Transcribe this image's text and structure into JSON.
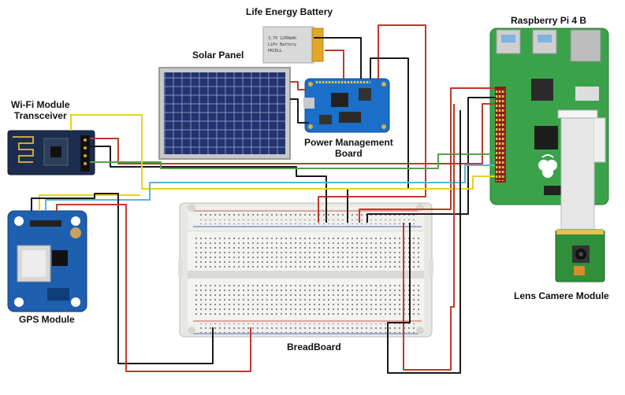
{
  "labels": {
    "battery": "Life Energy Battery",
    "solar": "Solar Panel",
    "pi": "Raspberry Pi 4 B",
    "wifi": "Wi-Fi Module\nTransceiver",
    "power": "Power Management\nBoard",
    "gps": "GPS Module",
    "camera": "Lens Camere Module",
    "breadboard": "BreadBoard"
  },
  "battery_print": [
    "3.7V 1200mAh",
    "LiPo Battery",
    "PKCELL"
  ],
  "colors": {
    "red_wire": "#c0392b",
    "black_wire": "#1a1a1a",
    "yellow_wire": "#e8d21c",
    "blue_wire": "#58b4e0",
    "green_wire": "#55a14a",
    "pi_green": "#3aa34a",
    "solar_cell": "#23336e",
    "gps_blue": "#1f5fb0",
    "power_board_blue": "#1b6fc8"
  }
}
